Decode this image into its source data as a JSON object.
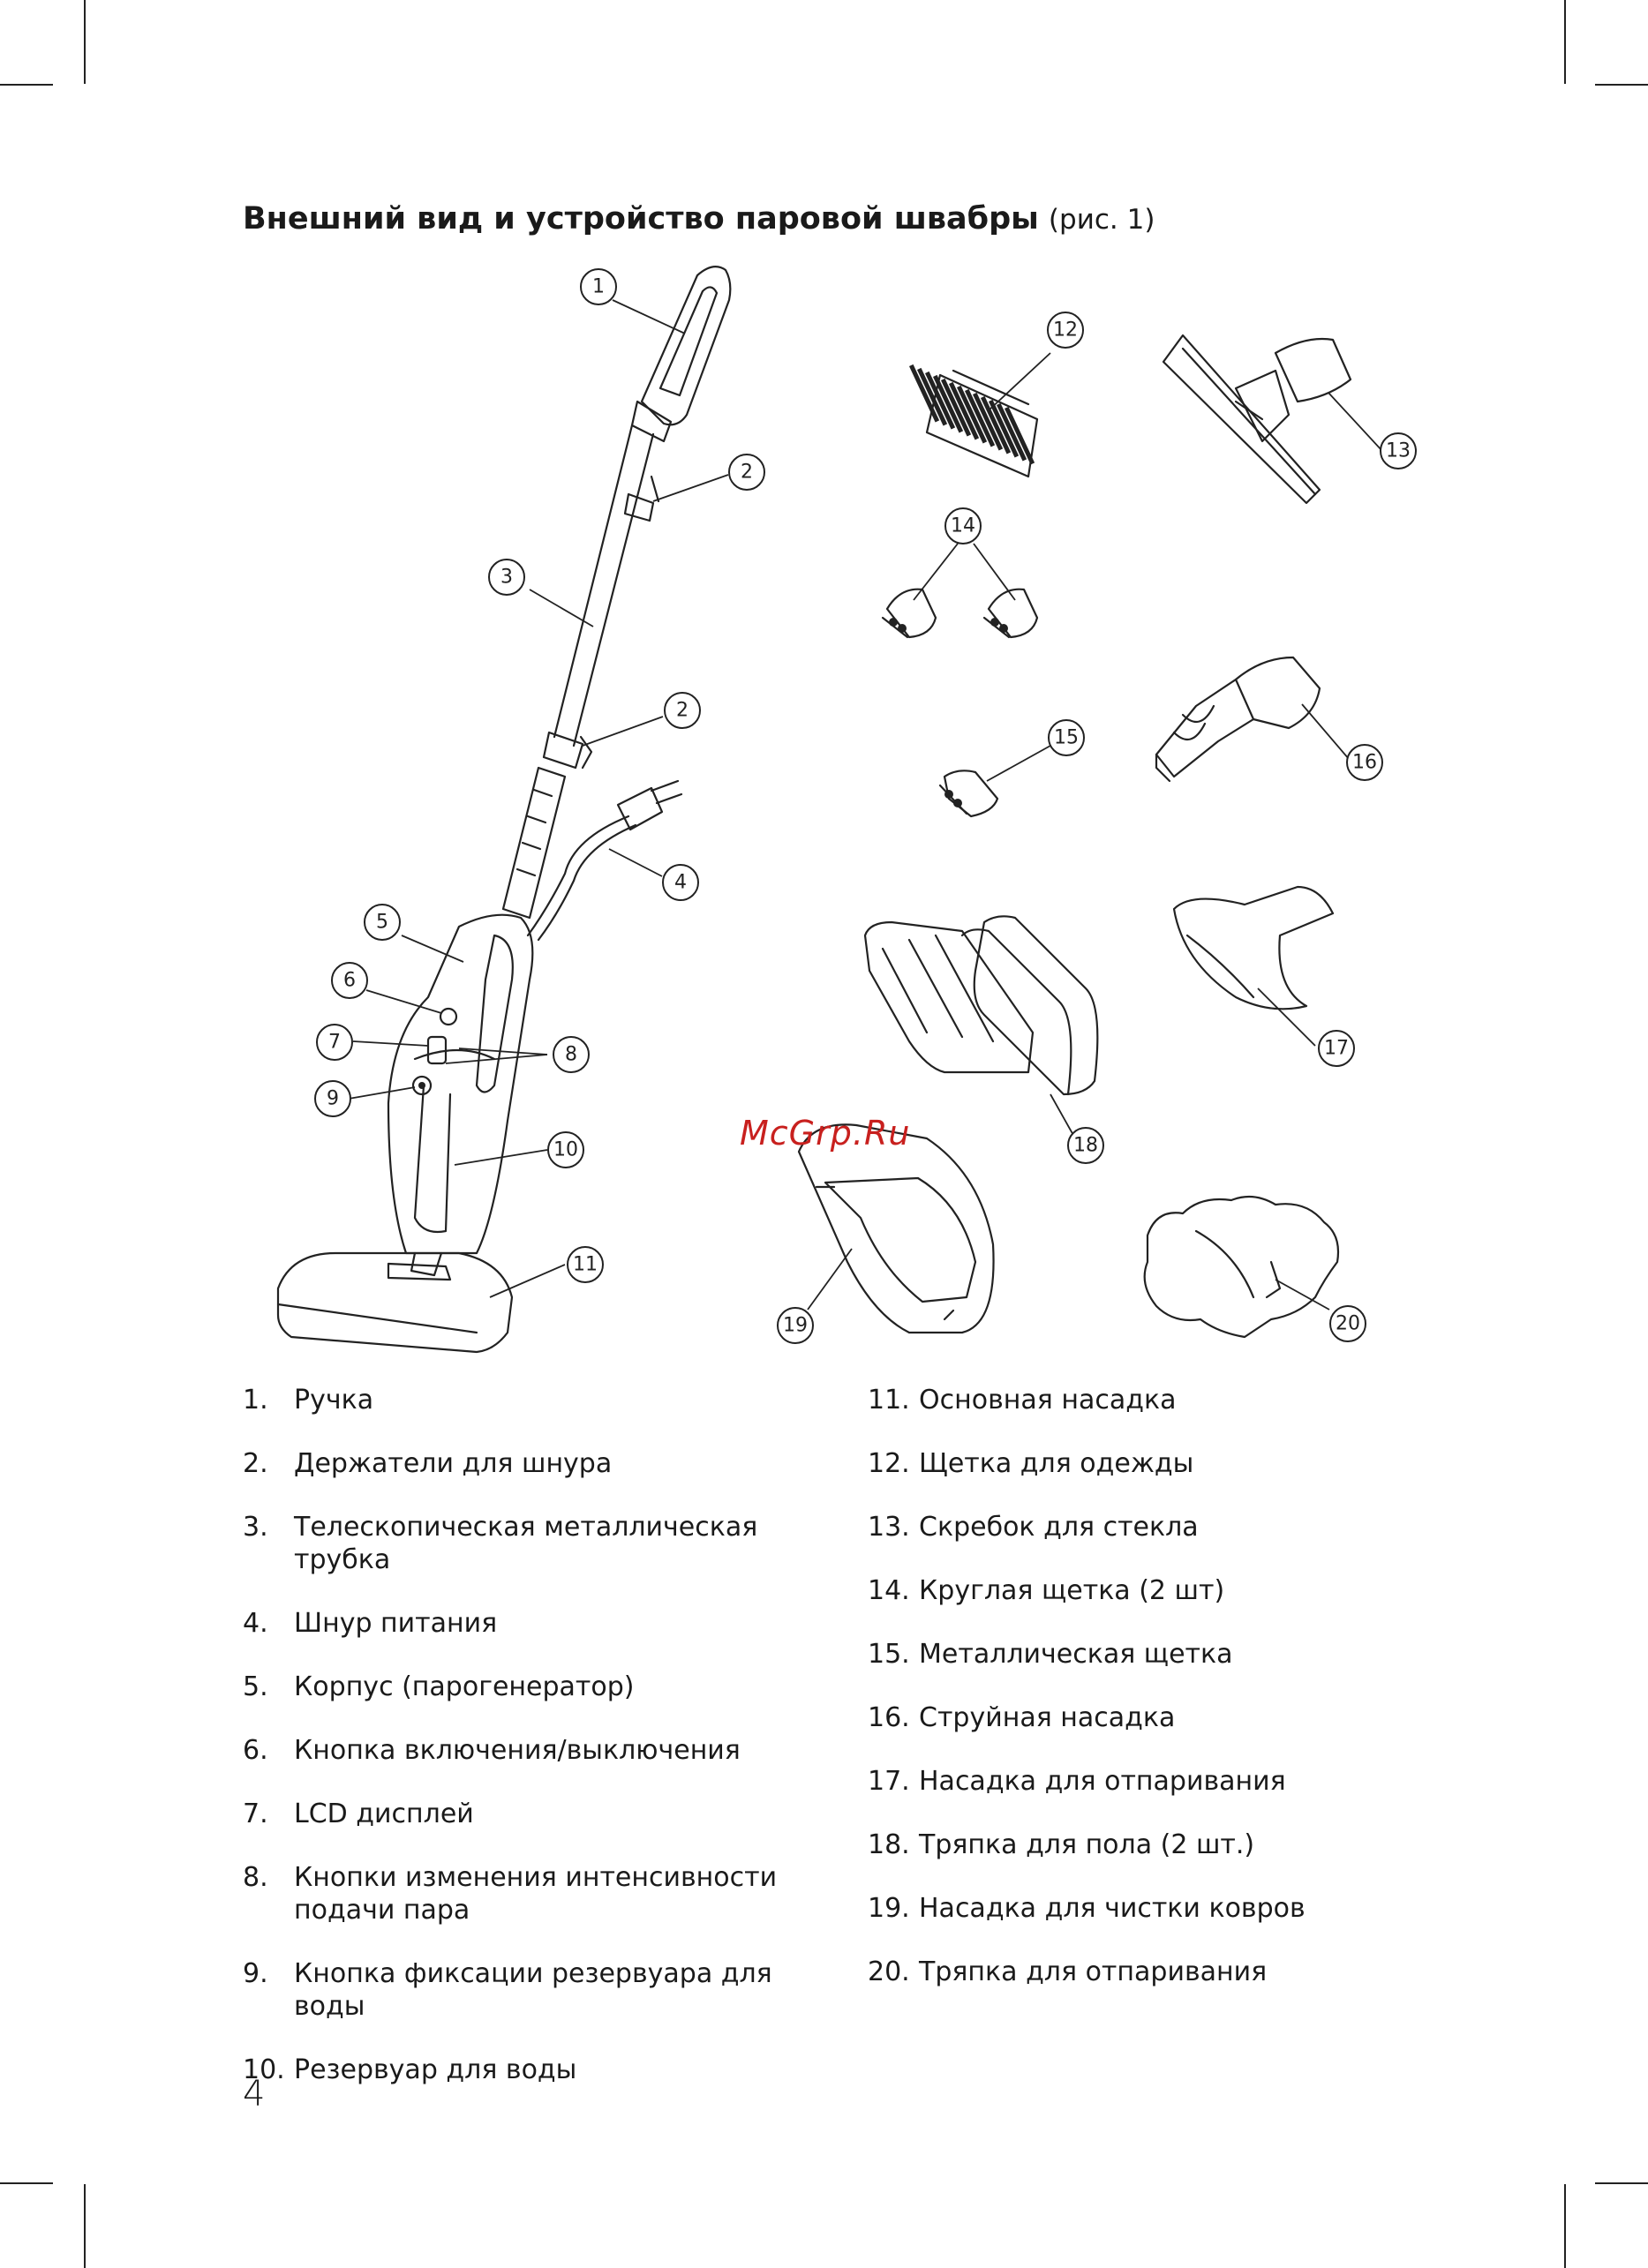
{
  "heading": {
    "title": "Внешний вид и устройство паровой швабры",
    "subtitle": "(рис. 1)"
  },
  "watermark": "McGrp.Ru",
  "callouts": [
    "1",
    "2",
    "3",
    "2",
    "4",
    "5",
    "6",
    "7",
    "8",
    "9",
    "10",
    "11",
    "12",
    "13",
    "14",
    "15",
    "16",
    "17",
    "18",
    "19",
    "20"
  ],
  "parts_left": [
    {
      "num": "1.",
      "label": "Ручка"
    },
    {
      "num": "2.",
      "label": "Держатели для шнура"
    },
    {
      "num": "3.",
      "label": "Телескопическая металлическая трубка"
    },
    {
      "num": "4.",
      "label": "Шнур питания"
    },
    {
      "num": "5.",
      "label": "Корпус (парогенератор)"
    },
    {
      "num": "6.",
      "label": "Кнопка включения/выключения"
    },
    {
      "num": "7.",
      "label": "LCD дисплей"
    },
    {
      "num": "8.",
      "label": "Кнопки изменения интенсивности подачи пара"
    },
    {
      "num": "9.",
      "label": "Кнопка фиксации резервуара для воды"
    },
    {
      "num": "10.",
      "label": "Резервуар для воды"
    }
  ],
  "parts_right": [
    {
      "num": "11.",
      "label": "Основная насадка"
    },
    {
      "num": "12.",
      "label": "Щетка для одежды"
    },
    {
      "num": "13.",
      "label": "Скребок для стекла"
    },
    {
      "num": "14.",
      "label": "Круглая щетка (2 шт)"
    },
    {
      "num": "15.",
      "label": "Металлическая щетка"
    },
    {
      "num": "16.",
      "label": "Струйная насадка"
    },
    {
      "num": "17.",
      "label": "Насадка для отпаривания"
    },
    {
      "num": "18.",
      "label": "Тряпка для пола (2 шт.)"
    },
    {
      "num": "19.",
      "label": "Насадка для чистки ковров"
    },
    {
      "num": "20.",
      "label": "Тряпка для отпаривания"
    }
  ],
  "page_number": "4",
  "colors": {
    "text": "#1a1a1a",
    "watermark": "#c8201e"
  }
}
